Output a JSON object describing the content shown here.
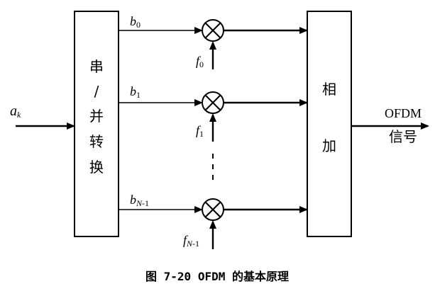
{
  "input_label": {
    "base": "a",
    "sub": "k"
  },
  "converter": {
    "chars": [
      "串",
      "/",
      "并",
      "转",
      "换"
    ]
  },
  "adder": {
    "chars": [
      "相",
      "加"
    ]
  },
  "branches": [
    {
      "b_base": "b",
      "b_sub": "0",
      "f_base": "f",
      "f_sub": "0"
    },
    {
      "b_base": "b",
      "b_sub": "1",
      "f_base": "f",
      "f_sub": "1"
    },
    {
      "b_base": "b",
      "b_sub_italic": "N",
      "b_sub": "-1",
      "f_base": "f",
      "f_sub_italic": "N",
      "f_sub": "-1"
    }
  ],
  "output": {
    "line1": "OFDM",
    "line2": "信号"
  },
  "caption": "图 7-20 OFDM 的基本原理"
}
